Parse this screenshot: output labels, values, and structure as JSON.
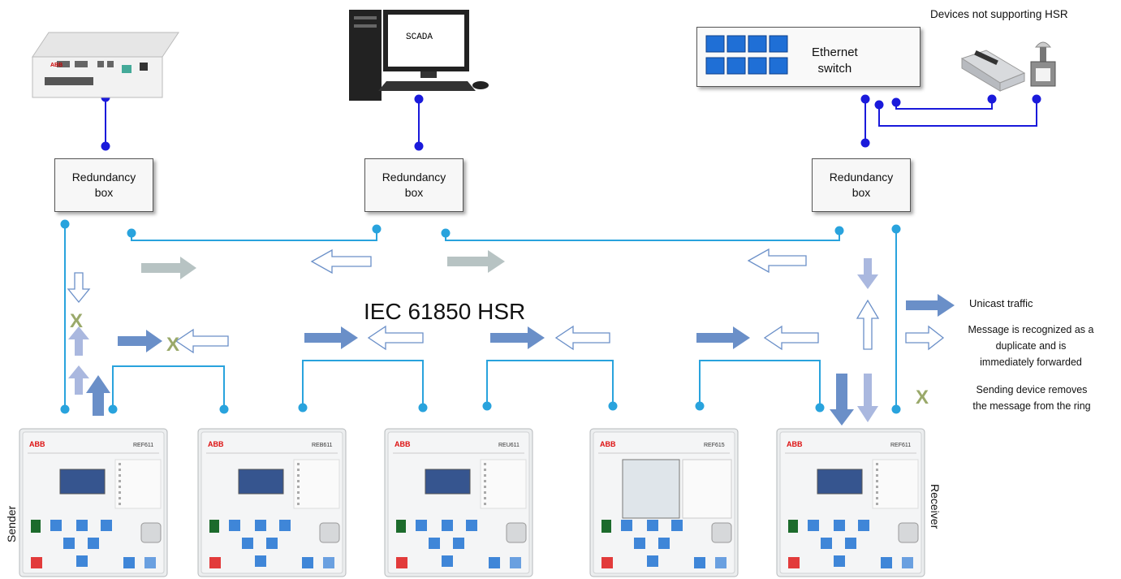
{
  "devices_not_supporting": "Devices not supporting HSR",
  "switch_label_line1": "Ethernet",
  "switch_label_line2": "switch",
  "scada_label": "SCADA",
  "redundancy_boxes": [
    {
      "line1": "Redundancy",
      "line2": "box"
    },
    {
      "line1": "Redundancy",
      "line2": "box"
    },
    {
      "line1": "Redundancy",
      "line2": "box"
    }
  ],
  "title": "IEC 61850 HSR",
  "legend": {
    "unicast": "Unicast traffic",
    "duplicate_line1": "Message is recognized as a",
    "duplicate_line2": "duplicate and is",
    "duplicate_line3": "immediately forwarded",
    "remove_line1": "Sending device removes",
    "remove_line2": "the message from the ring"
  },
  "sender_label": "Sender",
  "receiver_label": "Receiver",
  "ied_models": [
    "REF611",
    "REB611",
    "REU611",
    "REF615",
    "REF611"
  ],
  "brand": "ABB",
  "x_mark": "X",
  "colors": {
    "ring_line": "#29a3dd",
    "ring_dot": "#29a3dd",
    "upper_line": "#1a1adb",
    "upper_dot": "#1a1adb",
    "arrow_solid": "#6a8fc8",
    "arrow_light": "#aab8df",
    "arrow_outline": "#6a8fc8",
    "x_color": "#9aa96a"
  }
}
